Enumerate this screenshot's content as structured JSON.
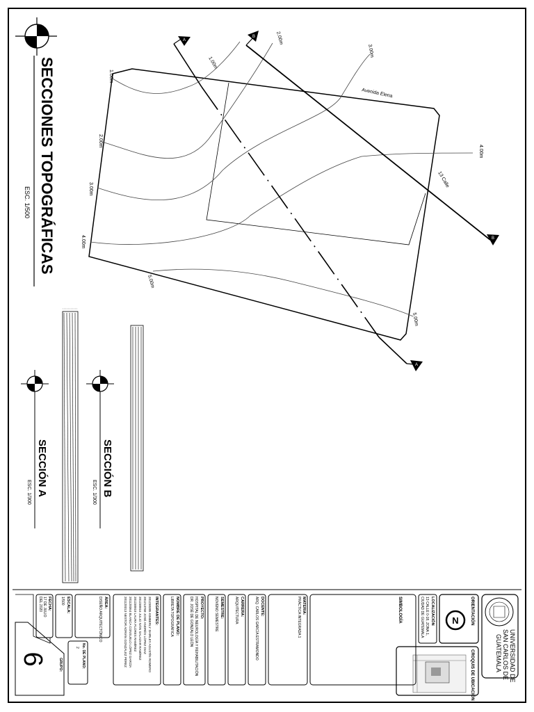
{
  "main_title": "SECCIONES TOPOGRÁFICAS",
  "main_scale": "ESC. 1/500",
  "section_a": {
    "title": "SECCIÓN A",
    "scale": "ESC. 1/300"
  },
  "section_b": {
    "title": "SECCIÓN B",
    "scale": "ESC. 1/300"
  },
  "contours": {
    "left": [
      "1.00m",
      "2.00m",
      "3.00m",
      "4.00m"
    ],
    "top": [
      "1.00m",
      "2.00m",
      "3.00m"
    ],
    "right": [
      "4.00m",
      "5.00m"
    ],
    "bottom": "5.00m"
  },
  "streets": {
    "top": "Avenida Elena",
    "right": "13 Calle"
  },
  "section_markers": [
    "A",
    "A",
    "B",
    "B"
  ],
  "title_block": {
    "university": [
      "UNIVERSIDAD DE",
      "SAN CARLOS DE",
      "GUATEMALA"
    ],
    "croquis": "CROQUIS DE UBICACIÓN",
    "orientacion": "ORIENTACIÓN",
    "north": "N",
    "localizacion_label": "LOCALIZACIÓN",
    "localizacion": [
      "13 CALLE 0-18, ZONA 1,",
      "CIUDAD DE GUATEMALA"
    ],
    "simbologia": "SIMBOLOGÍA",
    "materia_label": "MATERIA:",
    "materia": "PRÁCTICA INTEGRADA 1",
    "docente_label": "DOCENTE:",
    "docente": "ARQ. CARLOS GARCÍA ESTRAMONDO",
    "carrera_label": "CARRERA:",
    "carrera": "ARQUITECTURA",
    "semestre_label": "SEMESTRE:",
    "semestre": "NOVENO SEMESTRE",
    "proyecto_label": "PROYECTO:",
    "proyecto": [
      "HOSPITAL DE NEUROLOGÍA Y REHABILITACIÓN",
      "DR. JOSÉ DE GONZALO LEÓN"
    ],
    "plano_label": "NOMBRE DE PLANO:",
    "plano": "LIBRETA TOPOGRÁFICA",
    "integrantes_label": "INTEGRANTES:",
    "integrantes": [
      "201230385 KIMBERLY SHIRLEY AGUSTÍN ROMERO",
      "201213758 JOSÉ ANDRÉS LÓPEZ DIAZ",
      "201230916 JULIO IVÁN SALAZAR RAMÍREZ",
      "201230918 LAURA FLORES RAMÍREZ",
      "201120364 BLANCA CONSUELO LÓPEZ GARCÍA",
      "201120313 NESTOR ADRIÁN GONZÁLEZ PÉREZ"
    ],
    "area_label": "ÁREA:",
    "area": "DISEÑO ARQUITECTÓNICO",
    "escala_label": "ESCALA:",
    "escala": "1/500",
    "no_plano_label": "No. DE PLANO:",
    "no_plano": "2",
    "fecha_label": "FECHA:",
    "fecha": [
      "17 DE JULIO",
      "DEL 2020"
    ],
    "grupo_label": "GRUPO:",
    "sheet_number": "6"
  }
}
